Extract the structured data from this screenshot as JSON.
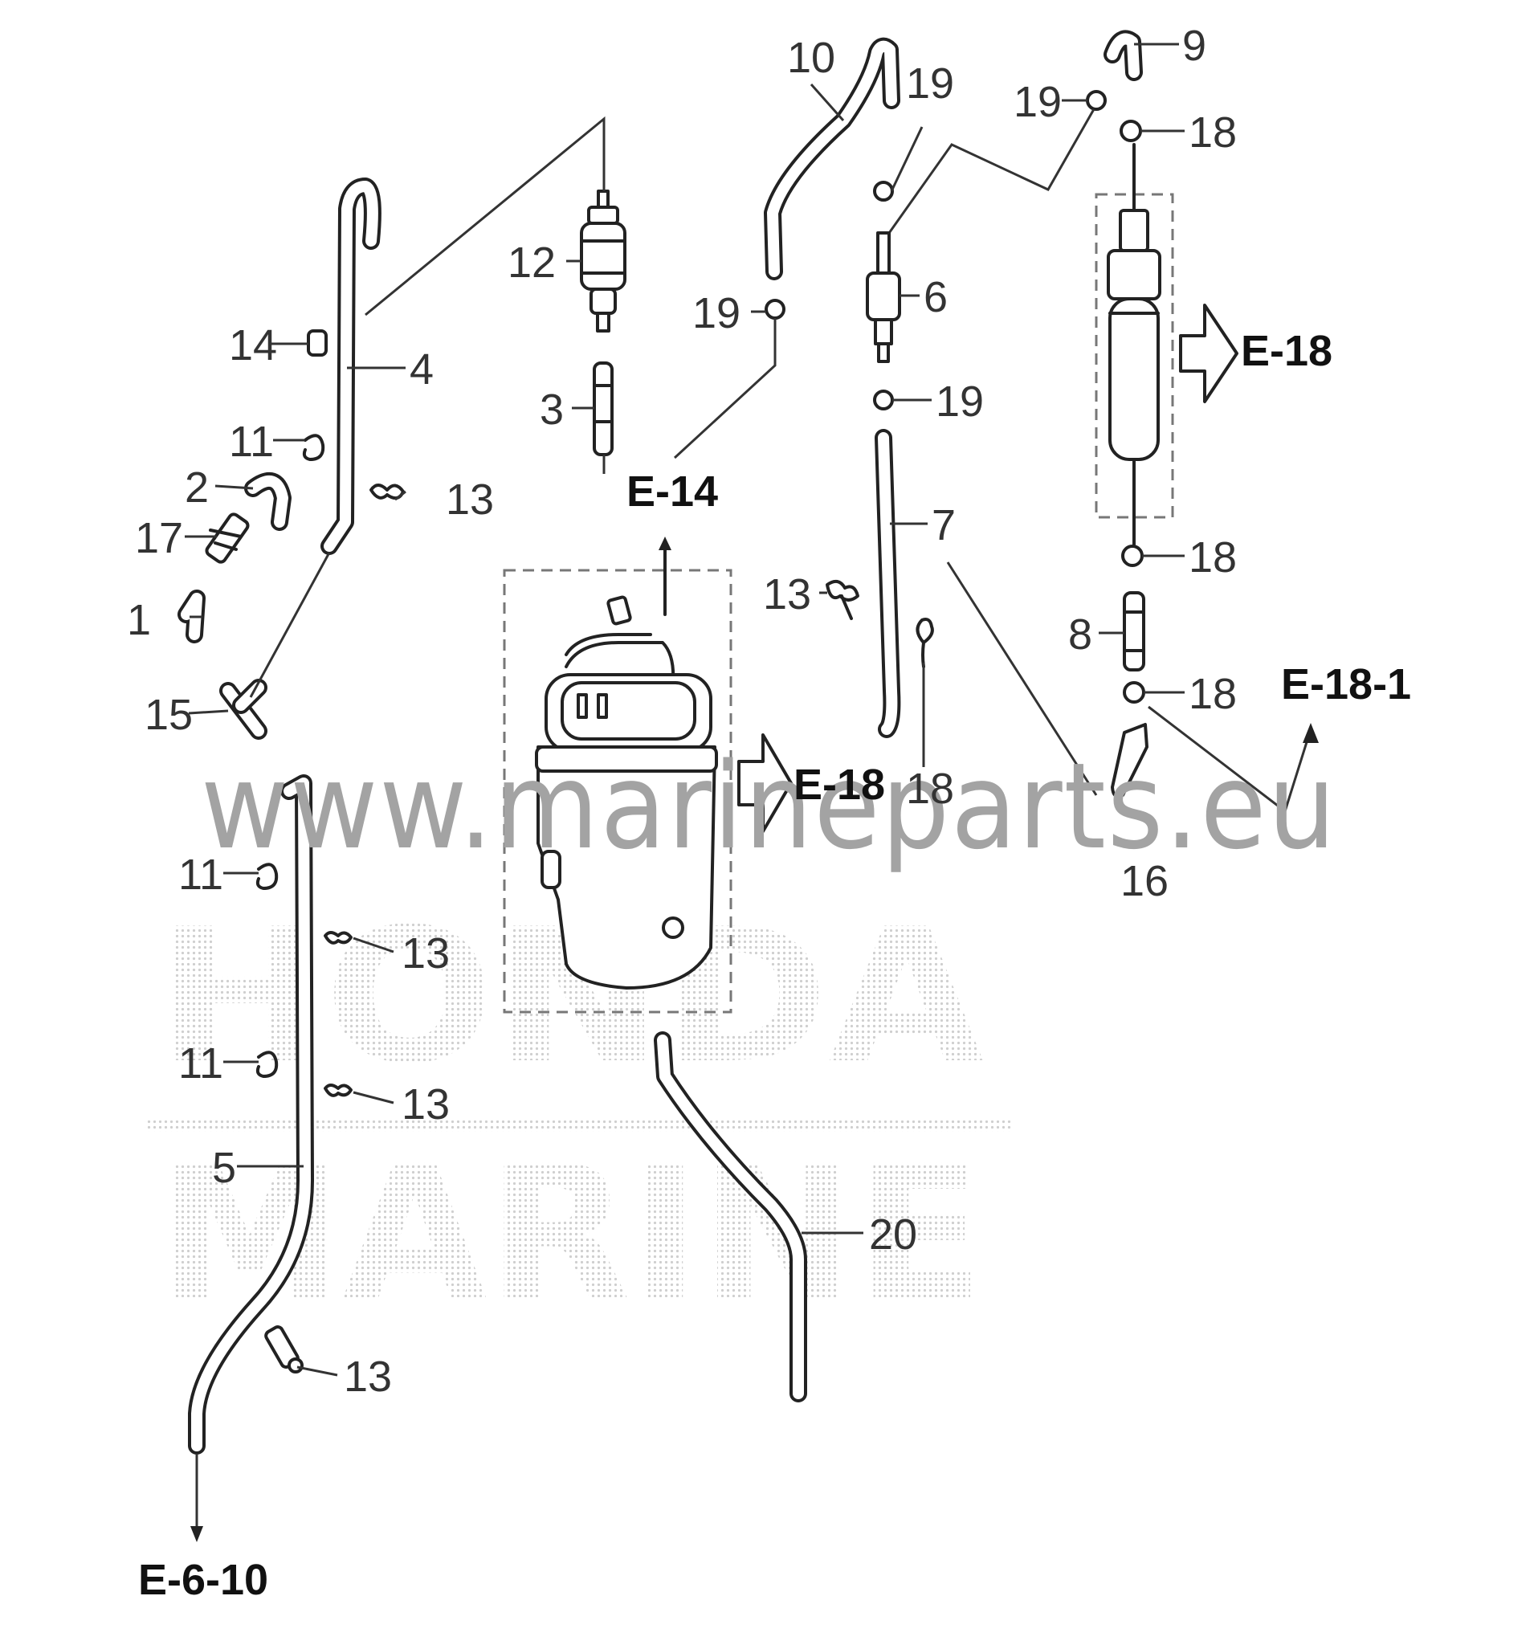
{
  "brand_watermark": [
    "HONDA",
    "MARINE"
  ],
  "watermark": "www.marineparts.eu",
  "callouts": [
    {
      "id": "c1",
      "label": "1"
    },
    {
      "id": "c2",
      "label": "2"
    },
    {
      "id": "c3",
      "label": "3"
    },
    {
      "id": "c4",
      "label": "4"
    },
    {
      "id": "c5",
      "label": "5"
    },
    {
      "id": "c6",
      "label": "6"
    },
    {
      "id": "c7",
      "label": "7"
    },
    {
      "id": "c8",
      "label": "8"
    },
    {
      "id": "c9",
      "label": "9"
    },
    {
      "id": "c10",
      "label": "10"
    },
    {
      "id": "c11a",
      "label": "11"
    },
    {
      "id": "c11b",
      "label": "11"
    },
    {
      "id": "c11c",
      "label": "11"
    },
    {
      "id": "c12",
      "label": "12"
    },
    {
      "id": "c13a",
      "label": "13"
    },
    {
      "id": "c13b",
      "label": "13"
    },
    {
      "id": "c13c",
      "label": "13"
    },
    {
      "id": "c13d",
      "label": "13"
    },
    {
      "id": "c13e",
      "label": "13"
    },
    {
      "id": "c14",
      "label": "14"
    },
    {
      "id": "c15",
      "label": "15"
    },
    {
      "id": "c16",
      "label": "16"
    },
    {
      "id": "c17",
      "label": "17"
    },
    {
      "id": "c18a",
      "label": "18"
    },
    {
      "id": "c18b",
      "label": "18"
    },
    {
      "id": "c18c",
      "label": "18"
    },
    {
      "id": "c18d",
      "label": "18"
    },
    {
      "id": "c19a",
      "label": "19"
    },
    {
      "id": "c19b",
      "label": "19"
    },
    {
      "id": "c19c",
      "label": "19"
    },
    {
      "id": "c19d",
      "label": "19"
    },
    {
      "id": "c20",
      "label": "20"
    }
  ],
  "references": [
    {
      "id": "r1",
      "label": "E-14"
    },
    {
      "id": "r2",
      "label": "E-18"
    },
    {
      "id": "r3",
      "label": "E-18"
    },
    {
      "id": "r4",
      "label": "E-18-1"
    },
    {
      "id": "r5",
      "label": "E-6-10"
    }
  ]
}
